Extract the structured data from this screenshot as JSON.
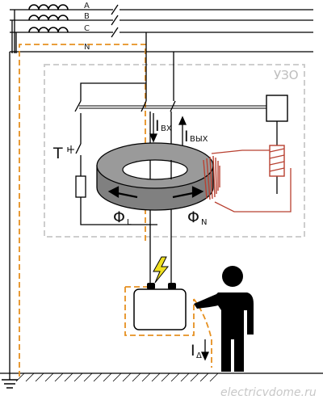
{
  "phases": [
    "A",
    "B",
    "C"
  ],
  "neutral": "N",
  "device_label": "УЗО",
  "test_button": {
    "letter": "T"
  },
  "currents": {
    "in_main": "I",
    "in_sub": "ВХ",
    "out_main": "I",
    "out_sub": "ВЫХ",
    "leak_main": "I",
    "leak_sub": "Δ"
  },
  "fluxes": {
    "left_main": "Φ",
    "left_sub": "L",
    "right_main": "Φ",
    "right_sub": "N"
  },
  "watermark": "electricvdome.ru",
  "colors": {
    "line": "#000000",
    "leak_path": "#e69020",
    "coil": "#b84030",
    "toroid": "#808080",
    "enclosure": "#c8c8c8",
    "bolt": "#f0e020"
  }
}
